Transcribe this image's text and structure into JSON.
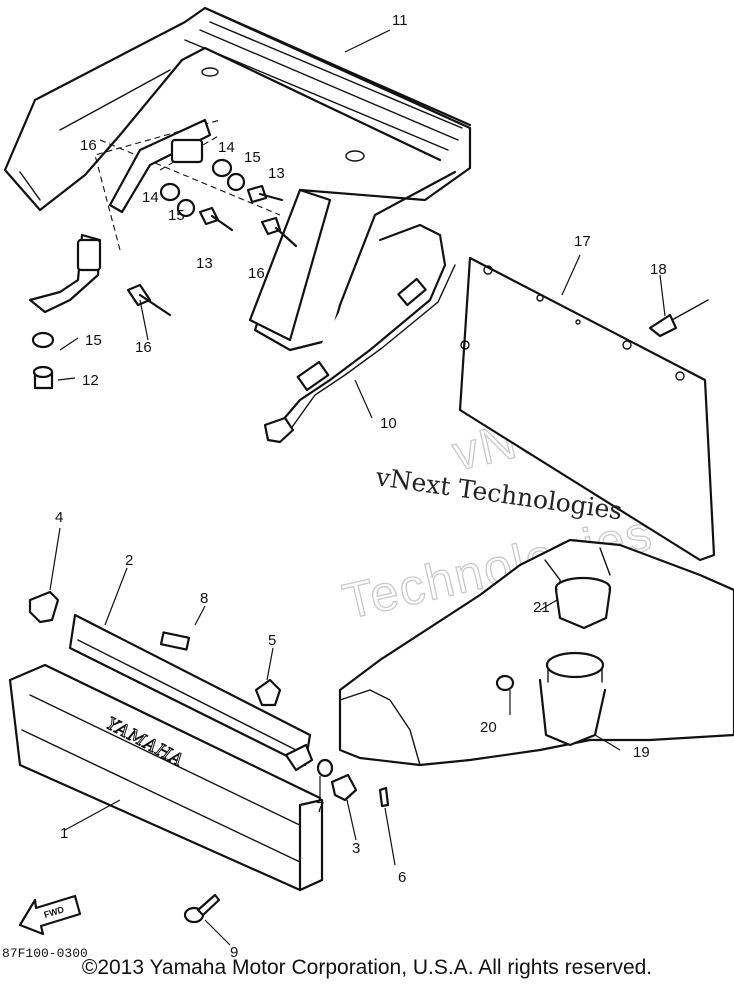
{
  "diagram": {
    "diagram_code": "87F100-0300",
    "brand_mark": "YAMAHA",
    "fwd_label": "FWD",
    "watermark_line": "vNext Technologies",
    "watermark_big_1": "vNext",
    "watermark_big_2": "Technologies",
    "callouts": {
      "c1": "1",
      "c2": "2",
      "c3": "3",
      "c4": "4",
      "c5": "5",
      "c6": "6",
      "c7": "7",
      "c8": "8",
      "c9": "9",
      "c10": "10",
      "c11": "11",
      "c12": "12",
      "c13a": "13",
      "c13b": "13",
      "c14a": "14",
      "c14b": "14",
      "c15a": "15",
      "c15b": "15",
      "c15c": "15",
      "c16a": "16",
      "c16b": "16",
      "c17": "17",
      "c18": "18",
      "c19": "19",
      "c20": "20",
      "c21": "21"
    }
  },
  "footer": {
    "copyright": "©2013 Yamaha Motor Corporation, U.S.A. All rights reserved."
  }
}
